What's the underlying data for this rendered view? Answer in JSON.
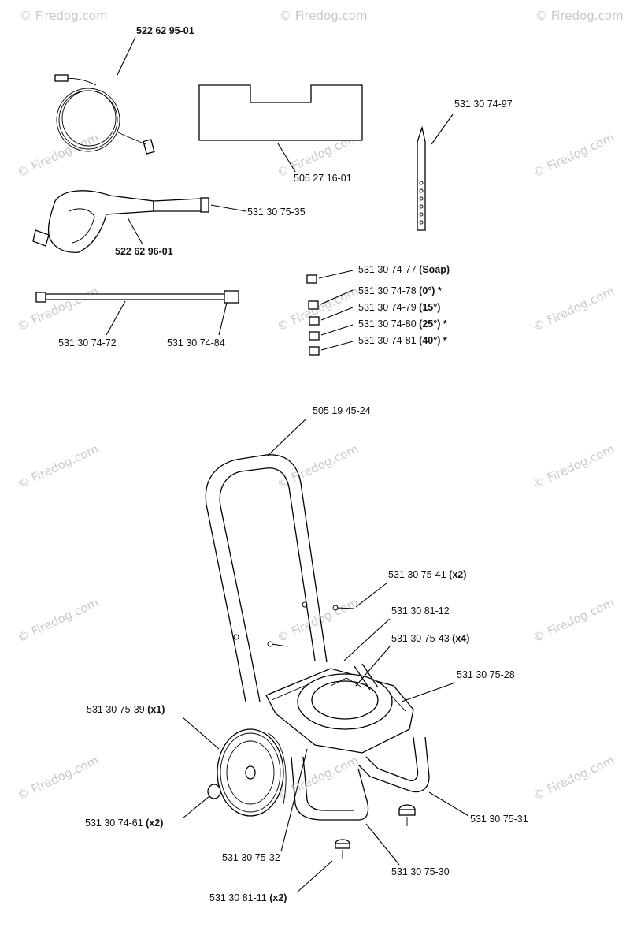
{
  "watermark": "© Firedog.com",
  "labels": {
    "hose": "522 62 95-01",
    "manual": "505 27 16-01",
    "dipstick": "531 30 74-97",
    "gun_handle": "531 30 75-35",
    "gun": "522 62 96-01",
    "wand": "531 30 74-72",
    "wand_end": "531 30 74-84",
    "nozzle_soap_num": "531 30 74-77",
    "nozzle_soap_desc": "(Soap)",
    "nozzle_0_num": "531 30 74-78",
    "nozzle_0_desc": "(0°)",
    "nozzle_0_mark": "*",
    "nozzle_15_num": "531 30 74-79",
    "nozzle_15_desc": "(15°)",
    "nozzle_25_num": "531 30 74-80",
    "nozzle_25_desc": "(25°)",
    "nozzle_25_mark": "*",
    "nozzle_40_num": "531 30 74-81",
    "nozzle_40_desc": "(40°)",
    "nozzle_40_mark": "*",
    "frame": "505 19 45-24",
    "bolt_num": "531 30 75-41",
    "bolt_qty": "(x2)",
    "bracket": "531 30 81-12",
    "screw_num": "531 30 75-43",
    "screw_qty": "(x4)",
    "base": "531 30 75-28",
    "wheel_num": "531 30 75-39",
    "wheel_qty": "(x1)",
    "hubcap_num": "531 30 74-61",
    "hubcap_qty": "(x2)",
    "leg": "531 30 75-31",
    "axle": "531 30 75-32",
    "lower_frame": "531 30 75-30",
    "foot_num": "531 30 81-11",
    "foot_qty": "(x2)"
  }
}
